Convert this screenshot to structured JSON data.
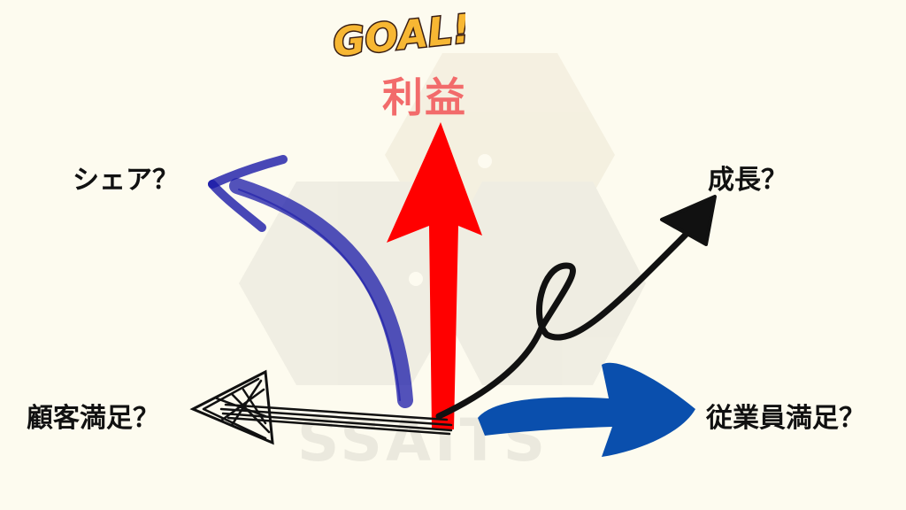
{
  "goal_badge": {
    "text": "GOAL!",
    "fill_color": "#f7b733",
    "outline_color": "#3a1f14"
  },
  "center": {
    "label": "利益",
    "color": "#f26b6b",
    "arrow_color": "#ff0000"
  },
  "directions": {
    "share": {
      "label": "シェア？",
      "arrow_color": "#1a1aa8"
    },
    "growth": {
      "label": "成長？",
      "arrow_color": "#111111"
    },
    "customer_satisfaction": {
      "label": "顧客満足？",
      "arrow_color": "#111111"
    },
    "employee_satisfaction": {
      "label": "従業員満足？",
      "arrow_color": "#0a4fad"
    }
  },
  "watermark": {
    "text": "SSAITS"
  },
  "colors": {
    "background": "#fdfbef",
    "text": "#111111"
  }
}
